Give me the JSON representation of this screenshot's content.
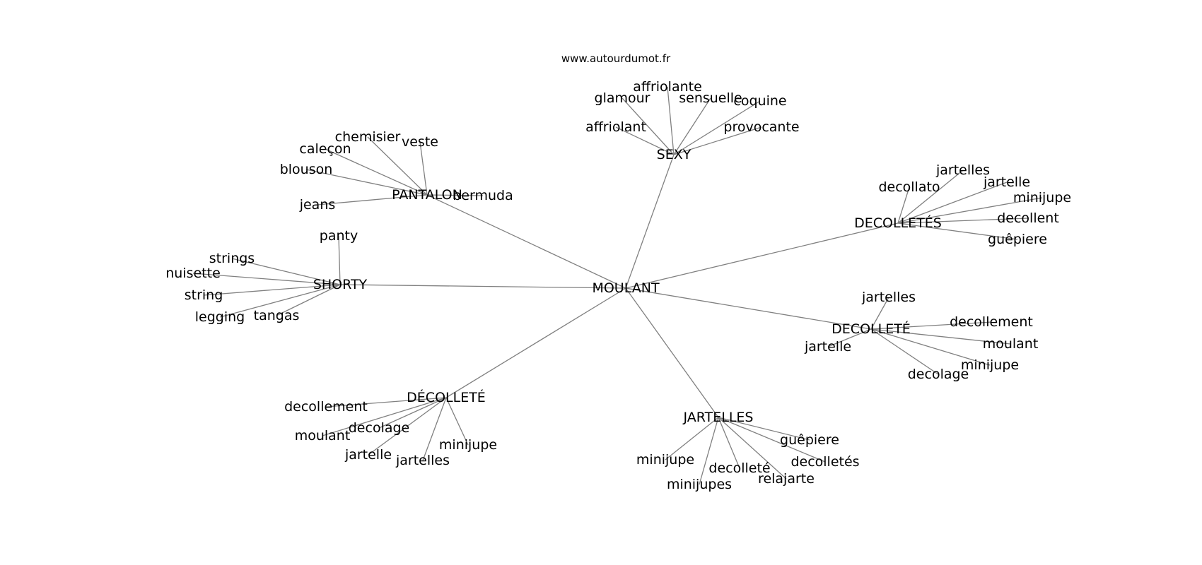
{
  "source": "www.autourdumot.fr",
  "colors": {
    "edge": "#808080",
    "text": "#000000",
    "background": "#ffffff"
  },
  "graph": {
    "center": "MOULANT",
    "clusters": [
      {
        "hub": "SEXY",
        "words": [
          "affriolante",
          "glamour",
          "sensuelle",
          "coquine",
          "affriolant",
          "provocante"
        ]
      },
      {
        "hub": "PANTALON",
        "words": [
          "chemisier",
          "veste",
          "caleçon",
          "blouson",
          "jeans",
          "bermuda"
        ]
      },
      {
        "hub": "SHORTY",
        "words": [
          "panty",
          "strings",
          "nuisette",
          "string",
          "legging",
          "tangas"
        ]
      },
      {
        "hub": "DECOLLETÉS",
        "words": [
          "jartelles",
          "decollato",
          "jartelle",
          "minijupe",
          "decollent",
          "guêpiere"
        ]
      },
      {
        "hub": "DECOLLETÉ",
        "words": [
          "jartelles",
          "decollement",
          "jartelle",
          "moulant",
          "minijupe",
          "decolage"
        ]
      },
      {
        "hub": "DÉCOLLETÉ",
        "words": [
          "decollement",
          "decolage",
          "moulant",
          "minijupe",
          "jartelle",
          "jartelles"
        ]
      },
      {
        "hub": "JARTELLES",
        "words": [
          "guêpiere",
          "decolletés",
          "minijupe",
          "decolleté",
          "relajarte",
          "minijupes"
        ]
      }
    ]
  }
}
